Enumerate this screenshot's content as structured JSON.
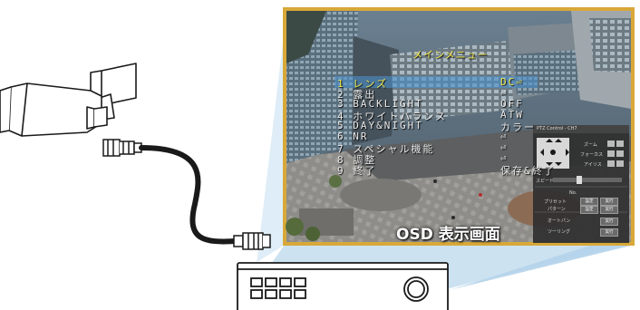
{
  "osd": {
    "title": "メインメニュー",
    "items": [
      {
        "label": "1 レンズ",
        "value": "DC⏎"
      },
      {
        "label": "2 露出",
        "value": "⏎"
      },
      {
        "label": "3 BACKLIGHT",
        "value": "OFF"
      },
      {
        "label": "4 ホワイトバランス",
        "value": "ATW"
      },
      {
        "label": "5 DAY&NIGHT",
        "value": "カラー"
      },
      {
        "label": "6 NR",
        "value": "⏎"
      },
      {
        "label": "7 スペシャル機能",
        "value": "⏎"
      },
      {
        "label": "8 調整",
        "value": "⏎"
      },
      {
        "label": "9 終了",
        "value": "保存&終了"
      }
    ],
    "caption": "OSD 表示画面"
  },
  "ptz_panel": {
    "title": "PTZ Control - CH7",
    "zoom_label": "ズーム",
    "focus_label": "フォーカス",
    "iris_label": "アイリス",
    "speed_label": "スピード",
    "no_label": "No.",
    "preset_label": "プリセット",
    "pattern_label": "パターン",
    "autopan_label": "オートパン",
    "tour_label": "ツーリング",
    "set_label": "設定",
    "run_label": "実行"
  },
  "colors": {
    "frame_border": "#d8a838",
    "projection": "#b9d6ec",
    "osd_text": "#e9e9e9",
    "osd_selected": "#f2e84c"
  }
}
